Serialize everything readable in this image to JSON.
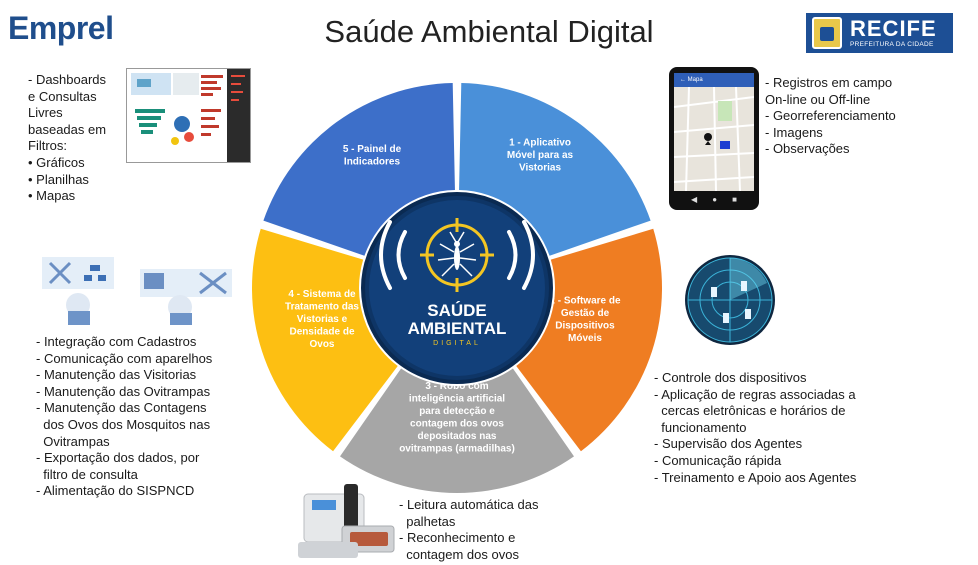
{
  "header": {
    "brand": "Emprel",
    "title": "Saúde Ambiental Digital",
    "logo": {
      "name": "RECIFE",
      "subtitle": "PREFEITURA DA CIDADE"
    }
  },
  "center": {
    "line1": "SAÚDE",
    "line2": "AMBIENTAL",
    "line3": "DIGITAL"
  },
  "segments": [
    {
      "label": "1 - Aplicativo\nMóvel para as\nVistorias",
      "color": "#4a90d9"
    },
    {
      "label": "2 - Software de\nGestão de\nDispositivos\nMóveis",
      "color": "#ef7d22"
    },
    {
      "label": "3 - Robô com\ninteligência artificial\npara detecção e\ncontagem dos ovos\ndepositados nas\novitrampas (armadilhas)",
      "color": "#a6a6a6"
    },
    {
      "label": "4 - Sistema de\nTratamento das\nVistorias e\nDensidade de\nOvos",
      "color": "#fdbf12"
    },
    {
      "label": "5 - Painel de\nIndicadores",
      "color": "#3d6fc9"
    }
  ],
  "panels": {
    "dashboards": [
      "- Dashboards",
      "e Consultas",
      "Livres",
      "baseadas em",
      "Filtros:",
      "• Gráficos",
      "• Planilhas",
      "• Mapas"
    ],
    "registros": [
      "- Registros em campo",
      "On-line ou Off-line",
      "- Georreferenciamento",
      "- Imagens",
      "- Observações"
    ],
    "sistema": [
      "- Integração com Cadastros",
      "- Comunicação com aparelhos",
      "- Manutenção das Visitorias",
      "- Manutenção das Ovitrampas",
      "- Manutenção das Contagens",
      "  dos Ovos dos Mosquitos nas",
      "  Ovitrampas",
      "- Exportação dos dados, por",
      "  filtro de consulta",
      "- Alimentação do SISPNCD"
    ],
    "software": [
      "- Controle dos dispositivos",
      "- Aplicação de regras associadas a",
      "  cercas eletrônicas e horários de",
      "  funcionamento",
      "- Supervisão dos Agentes",
      "- Comunicação rápida",
      "- Treinamento e Apoio aos Agentes"
    ],
    "robo": [
      "- Leitura automática das",
      "  palhetas",
      "- Reconhecimento e",
      "  contagem dos ovos"
    ]
  },
  "phone": {
    "app_title": "Mapa"
  },
  "colors": {
    "brand": "#1f4e8c",
    "center_dark": "#0e3566",
    "accent_yellow": "#f3c623"
  }
}
